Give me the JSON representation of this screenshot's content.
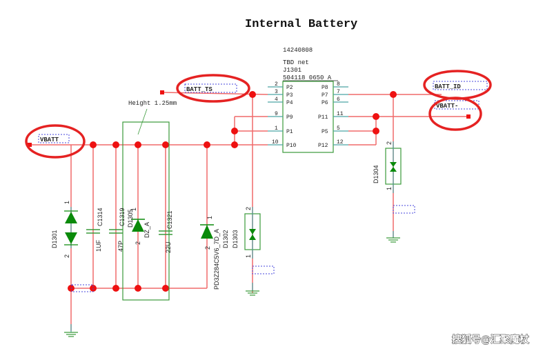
{
  "title": "Internal Battery",
  "connector": {
    "part_number": "14240808",
    "net_info": "TBD  net",
    "refdes": "J1301",
    "model": "504118 0650 A",
    "left_pins": [
      {
        "num": "2",
        "name": "P2"
      },
      {
        "num": "3",
        "name": "P3"
      },
      {
        "num": "4",
        "name": "P4"
      },
      {
        "num": "9",
        "name": "P9"
      },
      {
        "num": "1",
        "name": "P1"
      },
      {
        "num": "10",
        "name": "P10"
      }
    ],
    "right_pins": [
      {
        "num": "8",
        "name": "P8"
      },
      {
        "num": "7",
        "name": "P7"
      },
      {
        "num": "6",
        "name": "P6"
      },
      {
        "num": "11",
        "name": "P11"
      },
      {
        "num": "5",
        "name": "P5"
      },
      {
        "num": "12",
        "name": "P12"
      }
    ]
  },
  "nets": {
    "batt_ts": "BATT_TS",
    "batt_id": "BATT_ID",
    "vbatt_minus": "VBATT-",
    "vbatt": "VBATT"
  },
  "annotation": "Height 1.25mm",
  "components": {
    "d1301": {
      "ref": "D1301",
      "pin1": "1",
      "pin2": "2"
    },
    "c1314": {
      "ref": "C1314",
      "value": "1UF"
    },
    "c1319": {
      "ref": "C1319",
      "value": "47P"
    },
    "d1305": {
      "ref": "D1305",
      "value": "DZ_A",
      "pin1": "1",
      "pin2": "2"
    },
    "c1321": {
      "ref": "C1321",
      "value": "22U"
    },
    "d1302": {
      "ref": "D1302",
      "value": "PD3Z284C5V6_7D_A",
      "pin1": "1",
      "pin2": "2"
    },
    "d1303": {
      "ref": "D1303",
      "pin1": "1",
      "pin2": "2"
    },
    "d1304": {
      "ref": "D1304",
      "pin1": "1",
      "pin2": "2"
    }
  },
  "watermark": "搜狐号@汇聚魔杖",
  "colors": {
    "wire": "#f06a6a",
    "junction": "#ee1111",
    "highlight": "#e52222",
    "component": "#3a9a3a",
    "diode": "#0a8a0a"
  }
}
